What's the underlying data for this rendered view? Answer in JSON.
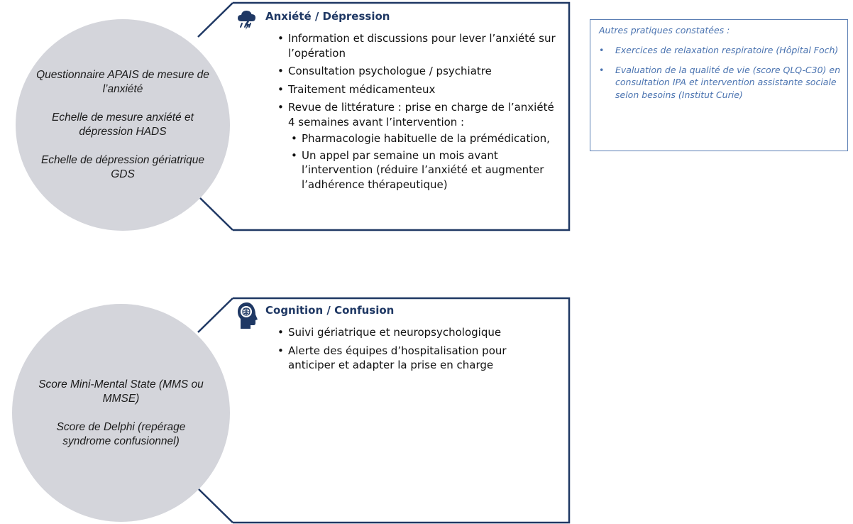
{
  "panels": [
    {
      "circle": [
        "Questionnaire APAIS de mesure de l’anxiété",
        "Echelle de mesure anxiété et dépression HADS",
        "Echelle de dépression gériatrique GDS"
      ],
      "icon": "storm-cloud-icon",
      "title": "Anxiété / Dépression",
      "bullets": [
        "Information et discussions pour lever l’anxiété sur l’opération",
        "Consultation psychologue / psychiatre",
        "Traitement médicamenteux",
        "Revue de littérature : prise en charge de l’anxiété 4 semaines avant l’intervention :"
      ],
      "sub_bullets": [
        "Pharmacologie habituelle de la prémédication,",
        "Un appel par semaine un mois avant l’intervention (réduire l’anxiété et augmenter l’adhérence thérapeutique)"
      ]
    },
    {
      "circle": [
        "Score Mini-Mental State (MMS ou MMSE)",
        "Score de Delphi (repérage syndrome confusionnel)"
      ],
      "icon": "brain-head-icon",
      "title": "Cognition / Confusion",
      "bullets": [
        "Suivi gériatrique et neuropsychologique",
        "Alerte des équipes d’hospitalisation pour anticiper et adapter la prise en charge"
      ]
    }
  ],
  "note": {
    "title": "Autres pratiques constatées :",
    "items": [
      "Exercices de relaxation respiratoire (Hôpital Foch)",
      "Evaluation de la qualité de vie (score QLQ-C30) en consultation IPA et intervention assistante sociale selon besoins (Institut Curie)"
    ]
  },
  "colors": {
    "circle_fill": "#d4d5db",
    "border": "#1f3864",
    "title": "#1f3864",
    "note": "#4a73b0"
  }
}
